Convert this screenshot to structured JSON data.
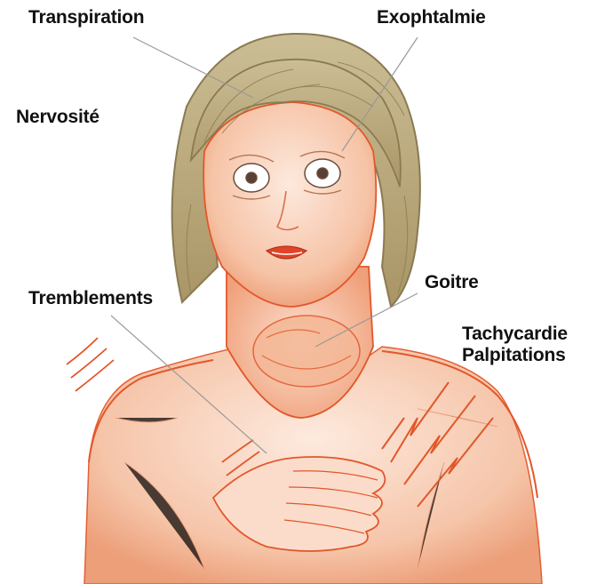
{
  "labels": {
    "transpiration": "Transpiration",
    "exophtalmie": "Exophtalmie",
    "nervosite": "Nervosité",
    "goitre": "Goitre",
    "tremblements": "Tremblements",
    "tachycardie": "Tachycardie",
    "palpitations": "Palpitations"
  },
  "colors": {
    "skin_line": "#e2572a",
    "skin_shade": "#f0a37e",
    "hair": "#b9a675",
    "hair_dark": "#8a7a52",
    "leader_line": "#999999"
  }
}
